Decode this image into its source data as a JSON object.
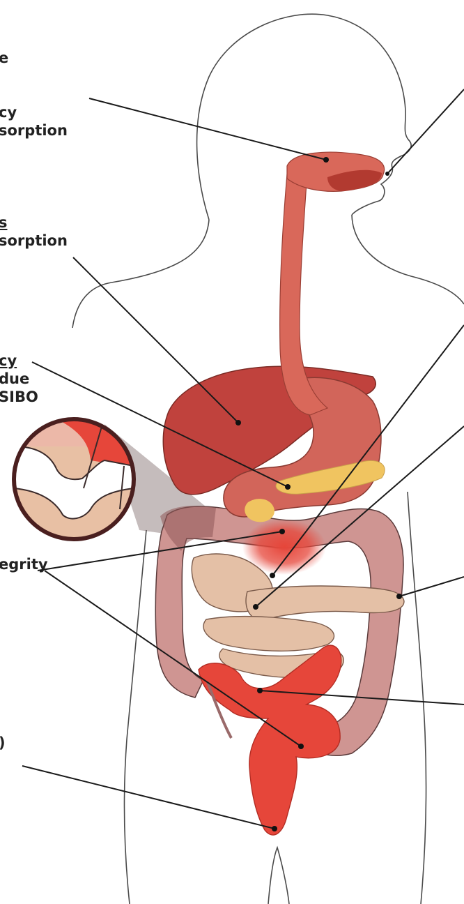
{
  "labels": {
    "l1": "e",
    "l2a": "cy",
    "l2b": "sorption",
    "l3a": "s",
    "l3b": "sorption",
    "l4a": "cy",
    "l4b": "due",
    "l4c": "SIBO",
    "l5": "egrity",
    "l6": ")"
  },
  "colors": {
    "outline": "#4a4a4a",
    "esophagus": "#d9685a",
    "liver": "#c0423d",
    "stomach": "#d2655a",
    "pancreas": "#f0c460",
    "large_intestine": "#cf9592",
    "small_intestine": "#e4c0a6",
    "inflamed": "#e6463a",
    "leader": "#1a1a1a"
  }
}
